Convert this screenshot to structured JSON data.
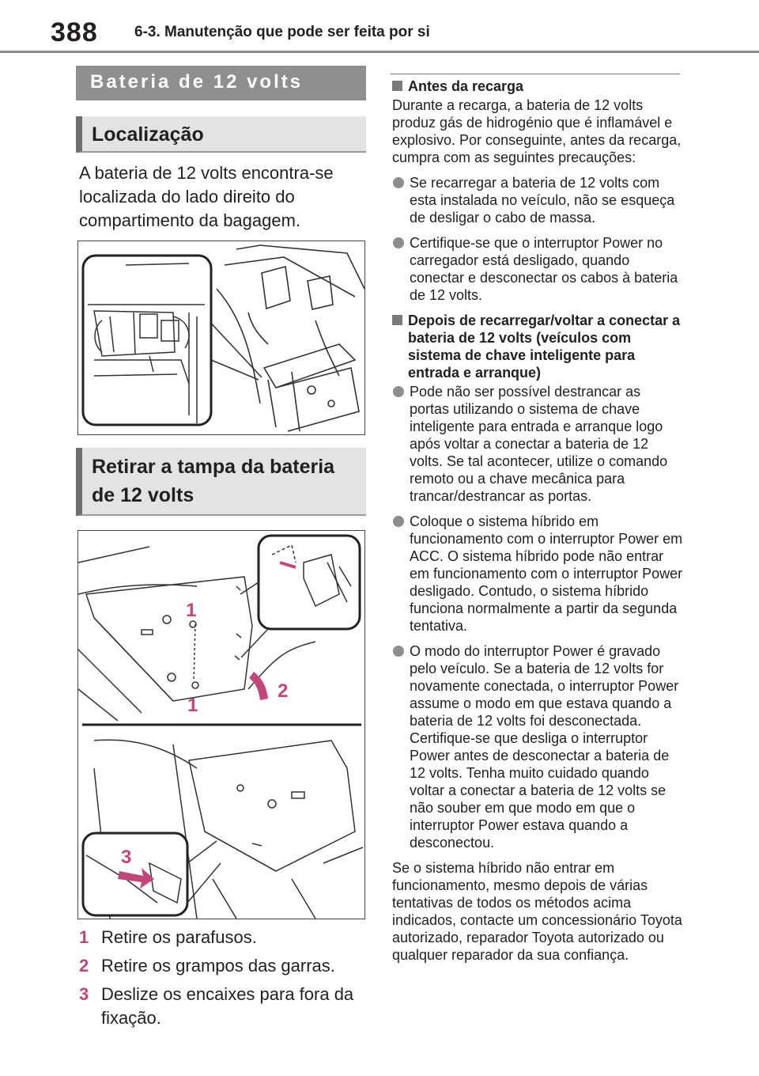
{
  "header": {
    "page_number": "388",
    "chapter_title": "6-3. Manutenção que pode ser feita por si"
  },
  "left": {
    "section_title": "Bateria de 12 volts",
    "location": {
      "heading": "Localização",
      "text": "A bateria de 12 volts encontra-se localizada do lado direito do compartimento da bagagem."
    },
    "removal": {
      "heading": "Retirar a tampa da bateria de 12 volts",
      "figure_labels": [
        "1",
        "1",
        "2",
        "3"
      ],
      "steps": [
        {
          "num": "1",
          "text": "Retire os parafusos."
        },
        {
          "num": "2",
          "text": "Retire os grampos das garras."
        },
        {
          "num": "3",
          "text": "Deslize os encaixes para fora da fixação."
        }
      ]
    }
  },
  "right": {
    "before": {
      "heading": "Antes da recarga",
      "text": "Durante a recarga, a bateria de 12 volts produz gás de hidrogénio que é inflamável e explosivo. Por conseguinte, antes da recarga, cumpra com as seguintes precauções:",
      "bullets": [
        "Se recarregar a bateria de 12 volts com esta instalada no veículo, não se esqueça de desligar o cabo de massa.",
        "Certifique-se que o interruptor Power no carregador está desligado, quando conectar e desconectar os cabos à bateria de 12 volts."
      ]
    },
    "after": {
      "heading": "Depois de recarregar/voltar a conectar a bateria de 12 volts (veículos com sistema de chave inteligente para entrada e arranque)",
      "bullets": [
        "Pode não ser possível destrancar as portas utilizando o sistema de chave inteligente para entrada e arranque logo após voltar a conectar a bateria de 12 volts. Se tal acontecer, utilize o comando remoto ou a chave mecânica para trancar/destrancar as portas.",
        "Coloque o sistema híbrido em funcionamento com o interruptor Power em ACC. O sistema híbrido pode não entrar em funcionamento com o interruptor Power desligado. Contudo, o sistema híbrido funciona normalmente a partir da segunda tentativa.",
        "O modo do interruptor Power é gravado pelo veículo. Se a bateria de 12 volts for novamente conectada, o interruptor Power assume o modo em que estava quando a bateria de 12 volts foi desconectada. Certifique-se que desliga o interruptor Power antes de desconectar a bateria de 12 volts. Tenha muito cuidado quando voltar a conectar a bateria de 12 volts se não souber em que modo em que o interruptor Power estava quando a desconectou."
      ],
      "closing": "Se o sistema híbrido não entrar em funcionamento, mesmo depois de várias tentativas de todos os métodos acima indicados, contacte um concessionário Toyota autorizado, reparador Toyota autorizado ou qualquer reparador da sua confiança."
    }
  },
  "colors": {
    "accent": "#c2477a",
    "banner": "#8f8f8f",
    "subhead_bg": "#e3e3e3"
  }
}
